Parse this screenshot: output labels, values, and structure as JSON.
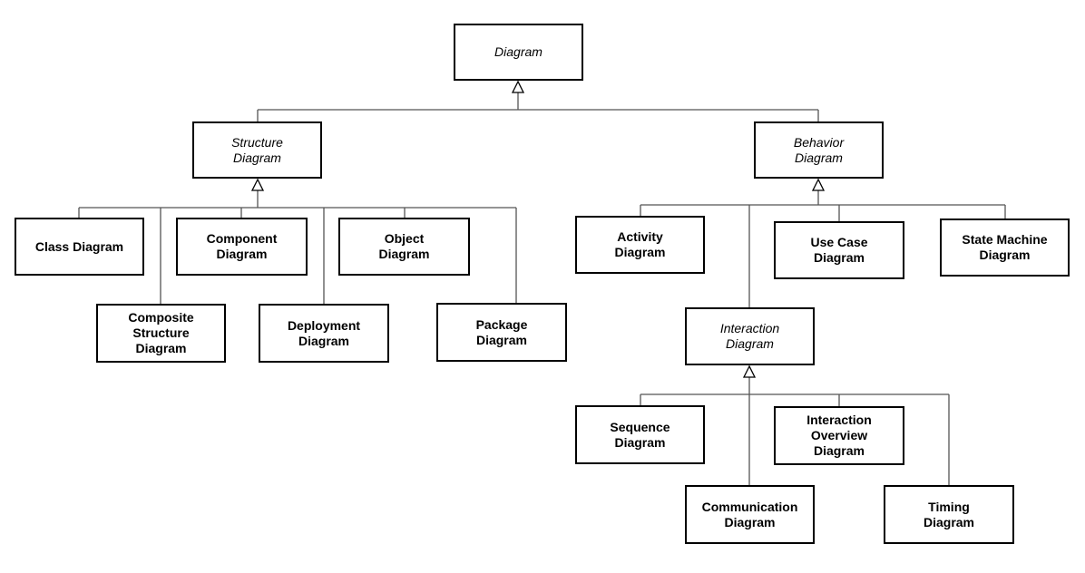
{
  "diagram": {
    "nodes": {
      "diagram": {
        "label": "Diagram"
      },
      "structure": {
        "label": "Structure\nDiagram"
      },
      "behavior": {
        "label": "Behavior\nDiagram"
      },
      "class": {
        "label": "Class Diagram"
      },
      "component": {
        "label": "Component\nDiagram"
      },
      "object": {
        "label": "Object\nDiagram"
      },
      "composite": {
        "label": "Composite\nStructure\nDiagram"
      },
      "deployment": {
        "label": "Deployment\nDiagram"
      },
      "package": {
        "label": "Package\nDiagram"
      },
      "activity": {
        "label": "Activity\nDiagram"
      },
      "usecase": {
        "label": "Use Case\nDiagram"
      },
      "statemachine": {
        "label": "State Machine\nDiagram"
      },
      "interaction": {
        "label": "Interaction\nDiagram"
      },
      "sequence": {
        "label": "Sequence\nDiagram"
      },
      "interactionoverview": {
        "label": "Interaction\nOverview\nDiagram"
      },
      "communication": {
        "label": "Communication\nDiagram"
      },
      "timing": {
        "label": "Timing\nDiagram"
      }
    },
    "relations": [
      {
        "parent": "diagram",
        "children": [
          "structure",
          "behavior"
        ]
      },
      {
        "parent": "structure",
        "children": [
          "class",
          "component",
          "object",
          "composite",
          "deployment",
          "package"
        ]
      },
      {
        "parent": "behavior",
        "children": [
          "activity",
          "usecase",
          "statemachine",
          "interaction"
        ]
      },
      {
        "parent": "interaction",
        "children": [
          "sequence",
          "interactionoverview",
          "communication",
          "timing"
        ]
      }
    ]
  }
}
